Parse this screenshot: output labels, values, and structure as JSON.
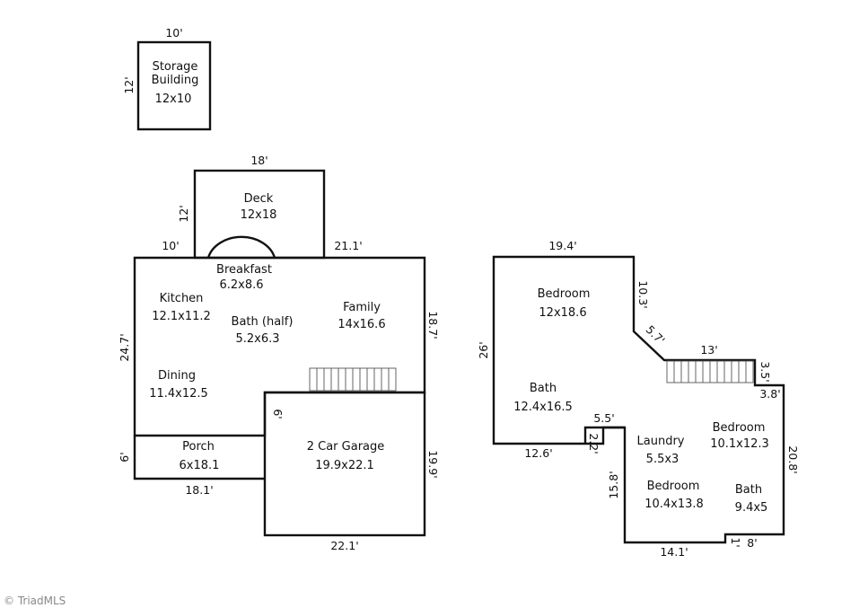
{
  "storage": {
    "name_1": "Storage",
    "name_2": "Building",
    "size": "12x10",
    "dim_top": "10'",
    "dim_left": "12'"
  },
  "deck": {
    "name": "Deck",
    "size": "12x18",
    "dim_top": "18'",
    "dim_left": "12'",
    "dim_offset_left": "10'",
    "dim_offset_right": "21.1'"
  },
  "main_floor": {
    "breakfast": {
      "name": "Breakfast",
      "size": "6.2x8.6"
    },
    "kitchen": {
      "name": "Kitchen",
      "size": "12.1x11.2"
    },
    "bath_half": {
      "name": "Bath (half)",
      "size": "5.2x6.3"
    },
    "family": {
      "name": "Family",
      "size": "14x16.6"
    },
    "dining": {
      "name": "Dining",
      "size": "11.4x12.5"
    },
    "porch": {
      "name": "Porch",
      "size": "6x18.1"
    },
    "garage": {
      "name": "2 Car Garage",
      "size": "19.9x22.1"
    },
    "dims": {
      "left": "24.7'",
      "right": "18.7'",
      "porch_left": "6'",
      "porch_bottom": "18.1'",
      "garage_inner": "6'",
      "garage_right": "19.9'",
      "garage_bottom": "22.1'"
    }
  },
  "upper_floor": {
    "bedroom_1": {
      "name": "Bedroom",
      "size": "12x18.6"
    },
    "bath_1": {
      "name": "Bath",
      "size": "12.4x16.5"
    },
    "laundry": {
      "name": "Laundry",
      "size": "5.5x3"
    },
    "bedroom_2": {
      "name": "Bedroom",
      "size": "10.1x12.3"
    },
    "bedroom_3": {
      "name": "Bedroom",
      "size": "10.4x13.8"
    },
    "bath_2": {
      "name": "Bath",
      "size": "9.4x5"
    },
    "dims": {
      "top": "19.4'",
      "right_top": "10.3'",
      "diagonal": "5.7'",
      "stair": "13'",
      "notch_v": "3.5'",
      "notch_h": "3.8'",
      "left": "26'",
      "bottom_left": "12.6'",
      "step_top": "5.5'",
      "step_side": "2.2'",
      "lower_left": "15.8'",
      "right": "20.8'",
      "bottom": "14.1'",
      "jog_v": "1'",
      "jog_h": "8'"
    }
  },
  "credit": "© TriadMLS"
}
